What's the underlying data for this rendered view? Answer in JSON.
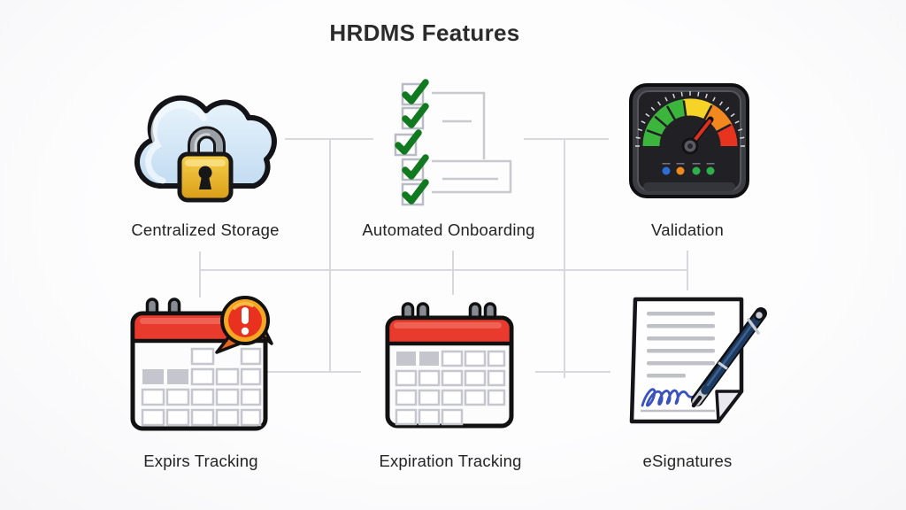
{
  "title": "HRDMS Features",
  "features": [
    {
      "id": "centralized-storage",
      "label": "Centralized Storage",
      "icon": "cloud-lock-icon"
    },
    {
      "id": "automated-onboarding",
      "label": "Automated Onboarding",
      "icon": "checklist-icon"
    },
    {
      "id": "validation",
      "label": "Validation",
      "icon": "gauge-icon"
    },
    {
      "id": "expirs-tracking",
      "label": "Expirs Tracking",
      "icon": "calendar-alert-icon"
    },
    {
      "id": "expiration-tracking",
      "label": "Expiration Tracking",
      "icon": "calendar-icon"
    },
    {
      "id": "esignatures",
      "label": "eSignatures",
      "icon": "document-pen-icon"
    }
  ],
  "colors": {
    "background": "#fafafb",
    "connector": "#d9d9dd",
    "title_text": "#2b2b2b",
    "label_text": "#242424",
    "calendar_red": "#e8392e",
    "lock_gold": "#f0b42a",
    "check_green": "#15801f",
    "signature_blue": "#3a52bd",
    "cloud_blue": "#d3e6f8",
    "gauge_green": "#3cb53c",
    "gauge_yellow": "#f5d327",
    "gauge_orange": "#f2881f",
    "gauge_red": "#e8331f",
    "alert_orange": "#f5a623"
  }
}
